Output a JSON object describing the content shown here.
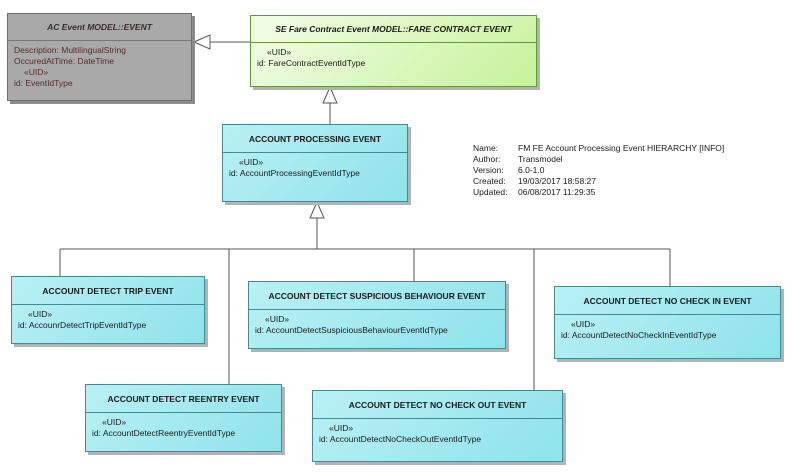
{
  "classes": {
    "ac_event": {
      "title": "AC Event MODEL::EVENT",
      "lines": [
        "Description: MultilingualString",
        "OccuredAtTime: DateTime"
      ],
      "stereotype": "«UID»",
      "id_line": "id: EventIdType"
    },
    "fare_contract_event": {
      "title": "SE Fare Contract Event MODEL::FARE CONTRACT EVENT",
      "stereotype": "«UID»",
      "id_line": "id: FareContractEventIdType"
    },
    "account_processing_event": {
      "title": "ACCOUNT PROCESSING EVENT",
      "stereotype": "«UID»",
      "id_line": "id: AccountProcessingEventIdType"
    },
    "account_detect_trip_event": {
      "title": "ACCOUNT DETECT TRIP EVENT",
      "stereotype": "«UID»",
      "id_line": "id: AccounrDetectTripEventIdType"
    },
    "account_detect_suspicious_behaviour_event": {
      "title": "ACCOUNT DETECT SUSPICIOUS BEHAVIOUR EVENT",
      "stereotype": "«UID»",
      "id_line": "id: AccountDetectSuspiciousBehaviourEventIdType"
    },
    "account_detect_no_check_in_event": {
      "title": "ACCOUNT DETECT NO CHECK IN EVENT",
      "stereotype": "«UID»",
      "id_line": "id: AccountDetectNoCheckInEventIdType"
    },
    "account_detect_reentry_event": {
      "title": "ACCOUNT DETECT REENTRY EVENT",
      "stereotype": "«UID»",
      "id_line": "id: AccountDetectReentryEventIdType"
    },
    "account_detect_no_check_out_event": {
      "title": "ACCOUNT DETECT NO CHECK OUT EVENT",
      "stereotype": "«UID»",
      "id_line": "id: AccountDetectNoCheckOutEventIdType"
    }
  },
  "info": [
    {
      "key": "Name:",
      "value": "FM FE Account Processing Event HIERARCHY [INFO]"
    },
    {
      "key": "Author:",
      "value": "Transmodel"
    },
    {
      "key": "Version:",
      "value": "6.0-1.0"
    },
    {
      "key": "Created:",
      "value": "19/03/2017 18:58:27"
    },
    {
      "key": "Updated:",
      "value": "06/08/2017 11:29:35"
    }
  ]
}
